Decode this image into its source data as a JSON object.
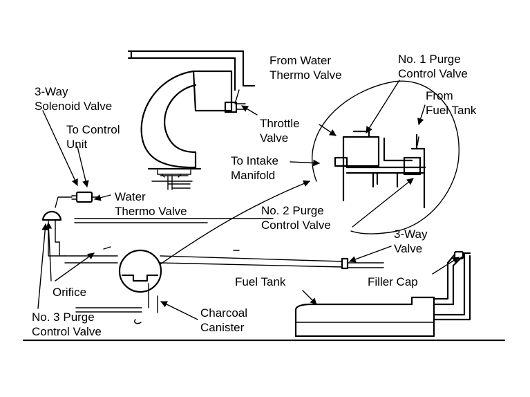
{
  "labels": {
    "solenoid_valve": [
      "3-Way",
      "Solenoid Valve"
    ],
    "to_control_unit": [
      "To Control",
      "Unit"
    ],
    "water_thermo_valve": [
      "Water",
      "Thermo Valve"
    ],
    "throttle_valve": [
      "Throttle",
      "Valve"
    ],
    "from_water_thermo_valve": [
      "From Water",
      "Thermo Valve"
    ],
    "no1_purge_control_valve": [
      "No. 1 Purge",
      "Control Valve"
    ],
    "from_fuel_tank": [
      "From",
      "Fuel Tank"
    ],
    "to_intake_manifold": [
      "To Intake",
      "Manifold"
    ],
    "no2_purge_control_valve": [
      "No. 2 Purge",
      "Control Valve"
    ],
    "three_way_valve": [
      "3-Way",
      "Valve"
    ],
    "orifice": [
      "Orifice"
    ],
    "fuel_tank": [
      "Fuel Tank"
    ],
    "filler_cap": [
      "Filler Cap"
    ],
    "no3_purge_control_valve": [
      "No. 3 Purge",
      "Control Valve"
    ],
    "charcoal_canister": [
      "Charcoal",
      "Canister"
    ]
  }
}
